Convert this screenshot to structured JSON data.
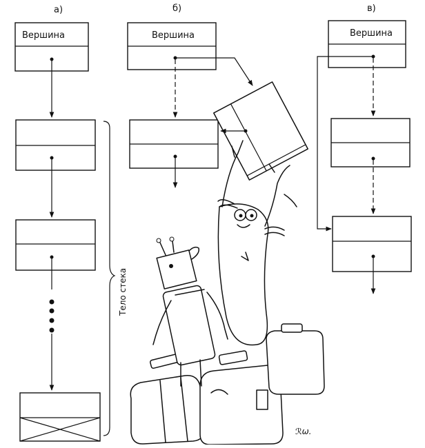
{
  "panels": [
    {
      "label": "а)",
      "top_label": "Вершина"
    },
    {
      "label": "б)",
      "top_label": "Вершина"
    },
    {
      "label": "в)",
      "top_label": "Вершина"
    }
  ],
  "bracket_label": "Тело стека"
}
